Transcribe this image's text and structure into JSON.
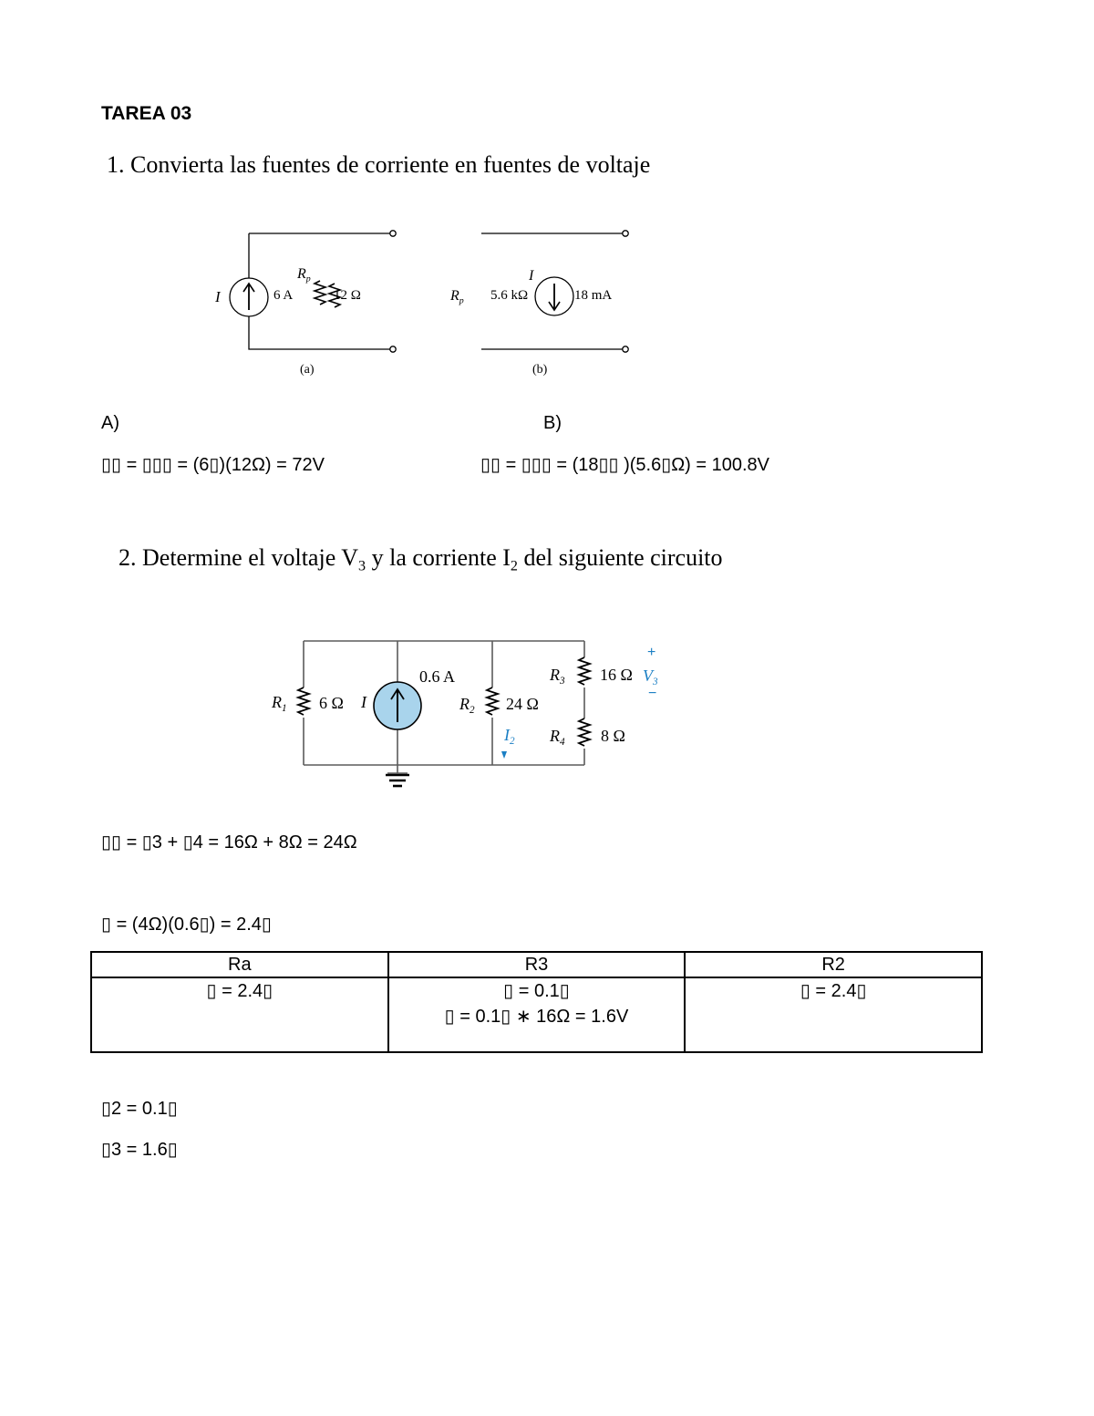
{
  "title": "TAREA 03",
  "q1": "1. Convierta las fuentes de corriente en fuentes de voltaje",
  "fig1": {
    "a": {
      "I": "I",
      "I_val": "6 A",
      "Rp": "R",
      "Rp_sub": "p",
      "R_val": "12 Ω",
      "caption": "(a)"
    },
    "b": {
      "Rp": "R",
      "Rp_sub": "p",
      "R_val": "5.6 kΩ",
      "I": "I",
      "I_val": "18 mA",
      "caption": "(b)"
    }
  },
  "answers1": {
    "label_a": "A)",
    "label_b": "B)",
    "eq_a": "▯▯ = ▯▯▯ = (6▯)(12Ω) = 72V",
    "eq_b": "▯▯ = ▯▯▯ = (18▯▯ )(5.6▯Ω) = 100.8V"
  },
  "q2": {
    "prefix": "2. Determine el voltaje V",
    "sub1": "3",
    "mid": " y la corriente I",
    "sub2": "2",
    "suffix": " del siguiente circuito"
  },
  "fig2": {
    "R1": "R",
    "R1_sub": "1",
    "R1_val": "6 Ω",
    "I": "I",
    "I_val": "0.6 A",
    "R2": "R",
    "R2_sub": "2",
    "R2_val": "24 Ω",
    "I2": "I",
    "I2_sub": "2",
    "R3": "R",
    "R3_sub": "3",
    "R3_val": "16 Ω",
    "R4": "R",
    "R4_sub": "4",
    "R4_val": "8 Ω",
    "V3": "V",
    "V3_sub": "3",
    "plus": "+",
    "minus": "−",
    "wire_color": "#5b5b5b",
    "source_fill": "#a9d4ec",
    "accent": "#1b7fc4"
  },
  "work": {
    "eq_ra": "▯▯ = ▯3 + ▯4 = 16Ω + 8Ω = 24Ω",
    "eq_v": "▯ = (4Ω)(0.6▯) = 2.4▯"
  },
  "table": {
    "headers": [
      "Ra",
      "R3",
      "R2"
    ],
    "col1": [
      "▯ = 2.4▯"
    ],
    "col2": [
      "▯ = 0.1▯",
      "▯ = 0.1▯ ∗ 16Ω = 1.6V"
    ],
    "col3": [
      "▯ = 2.4▯"
    ]
  },
  "results": {
    "i2": "▯2 = 0.1▯",
    "v3": "▯3 = 1.6▯"
  }
}
